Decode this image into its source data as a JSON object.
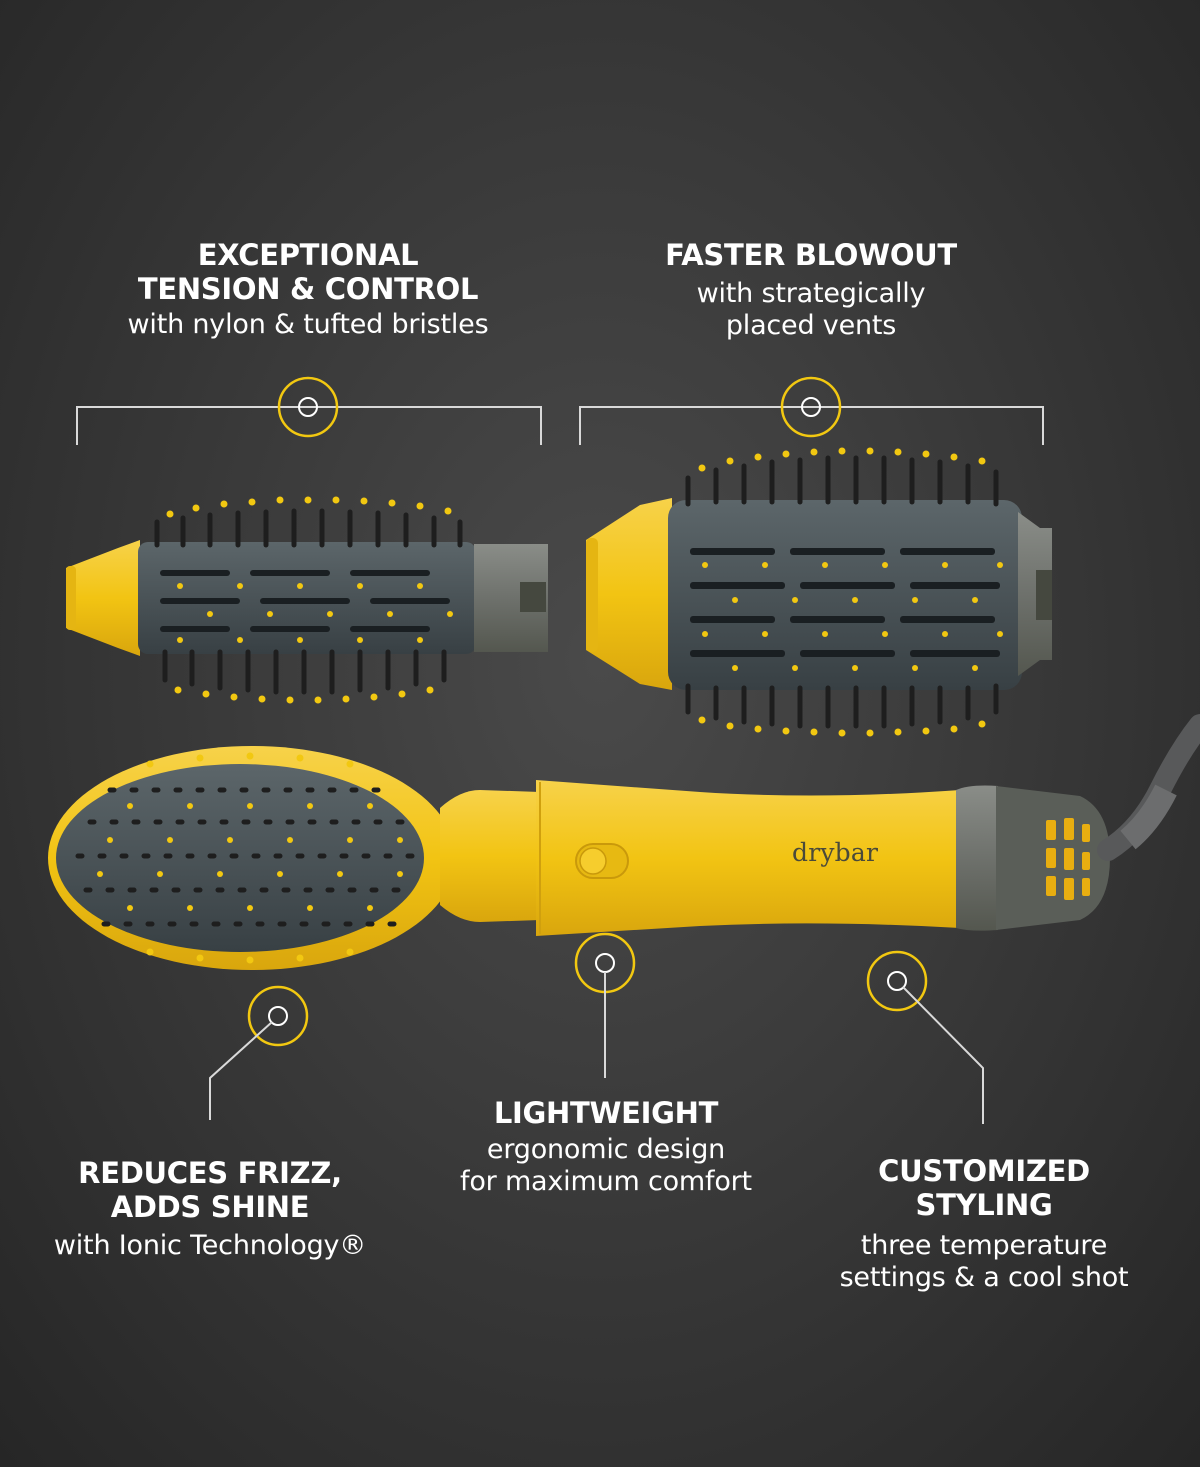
{
  "callouts": {
    "tension": {
      "heading_line1": "EXCEPTIONAL",
      "heading_line2": "TENSION & CONTROL",
      "sub_line1": "with nylon & tufted bristles"
    },
    "blowout": {
      "heading_line1": "FASTER BLOWOUT",
      "sub_line1": "with strategically",
      "sub_line2": "placed vents"
    },
    "frizz": {
      "heading_line1": "REDUCES FRIZZ,",
      "heading_line2": "ADDS SHINE",
      "sub_line1": "with Ionic Technology®"
    },
    "lightweight": {
      "heading_line1": "LIGHTWEIGHT",
      "sub_line1": "ergonomic design",
      "sub_line2": "for maximum comfort"
    },
    "styling": {
      "heading_line1": "CUSTOMIZED",
      "heading_line2": "STYLING",
      "sub_line1": "three temperature",
      "sub_line2": "settings & a cool shot"
    }
  },
  "product": {
    "brand_name": "drybar"
  },
  "colors": {
    "accent": "#f2c811",
    "product_yellow": "#f4c51a",
    "barrel_gray": "#4b5458",
    "bristle": "#1e1e1e",
    "line": "#d9d9d9"
  }
}
